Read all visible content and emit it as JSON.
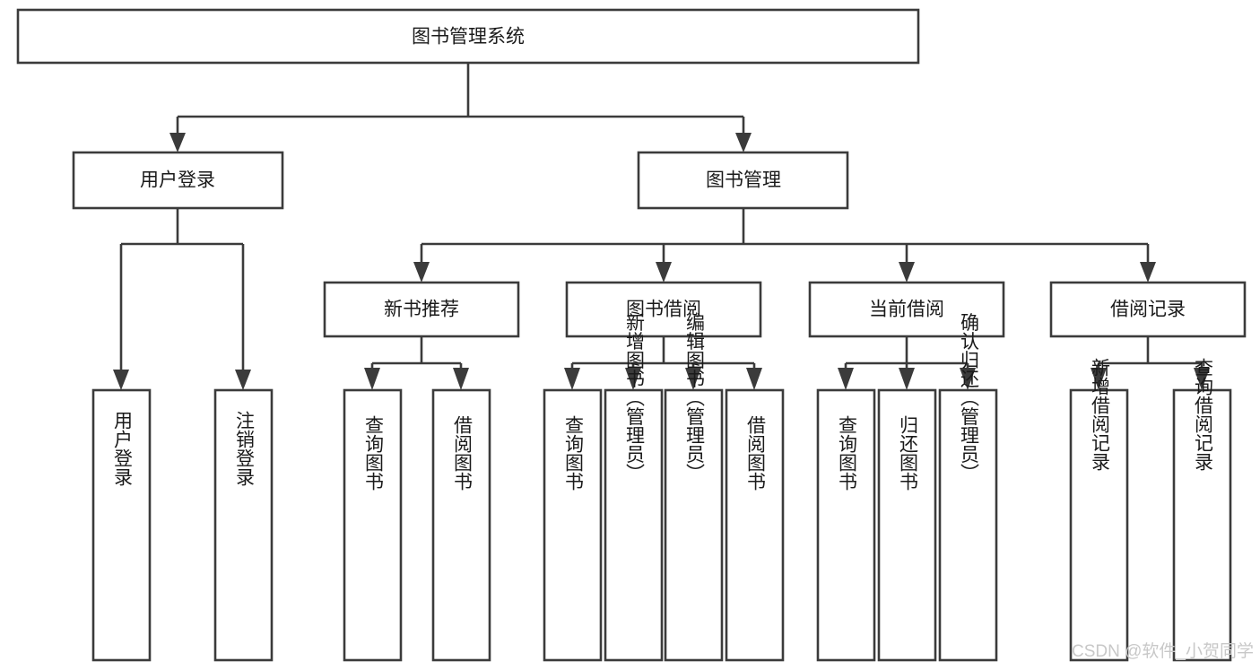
{
  "diagram": {
    "type": "tree-hierarchy",
    "title": "图书管理系统",
    "orientation": "top-down",
    "colors": {
      "stroke": "#3b3b3b",
      "fill": "#ffffff",
      "text": "#1a1a1a",
      "watermark": "#c8c8c8",
      "background": "#ffffff"
    },
    "levels": [
      {
        "level": 1,
        "nodes": [
          {
            "id": "root",
            "label": "图书管理系统",
            "orientation": "horizontal"
          }
        ]
      },
      {
        "level": 2,
        "nodes": [
          {
            "id": "login",
            "label": "用户登录",
            "orientation": "horizontal",
            "parent": "root"
          },
          {
            "id": "bookmgmt",
            "label": "图书管理",
            "orientation": "horizontal",
            "parent": "root"
          }
        ]
      },
      {
        "level": 3,
        "nodes": [
          {
            "id": "newbook",
            "label": "新书推荐",
            "orientation": "horizontal",
            "parent": "bookmgmt"
          },
          {
            "id": "borrow",
            "label": "图书借阅",
            "orientation": "horizontal",
            "parent": "bookmgmt"
          },
          {
            "id": "current",
            "label": "当前借阅",
            "orientation": "horizontal",
            "parent": "bookmgmt"
          },
          {
            "id": "record",
            "label": "借阅记录",
            "orientation": "horizontal",
            "parent": "bookmgmt"
          }
        ]
      },
      {
        "level": 4,
        "nodes": [
          {
            "id": "leaf-1",
            "label": "用户登录",
            "orientation": "vertical",
            "parent": "login"
          },
          {
            "id": "leaf-2",
            "label": "注销登录",
            "orientation": "vertical",
            "parent": "login"
          },
          {
            "id": "leaf-3",
            "label": "查询图书",
            "orientation": "vertical",
            "parent": "newbook"
          },
          {
            "id": "leaf-4",
            "label": "借阅图书",
            "orientation": "vertical",
            "parent": "newbook"
          },
          {
            "id": "leaf-5",
            "label": "查询图书",
            "orientation": "vertical",
            "parent": "borrow"
          },
          {
            "id": "leaf-6",
            "label": "新增图书（管理员）",
            "orientation": "vertical",
            "parent": "borrow"
          },
          {
            "id": "leaf-7",
            "label": "编辑图书（管理员）",
            "orientation": "vertical",
            "parent": "borrow"
          },
          {
            "id": "leaf-8",
            "label": "借阅图书",
            "orientation": "vertical",
            "parent": "borrow"
          },
          {
            "id": "leaf-9",
            "label": "查询图书",
            "orientation": "vertical",
            "parent": "current"
          },
          {
            "id": "leaf-10",
            "label": "归还图书",
            "orientation": "vertical",
            "parent": "current"
          },
          {
            "id": "leaf-11",
            "label": "确认归还（管理员）",
            "orientation": "vertical",
            "parent": "current"
          },
          {
            "id": "leaf-12",
            "label": "新增借阅记录",
            "orientation": "vertical",
            "parent": "record"
          },
          {
            "id": "leaf-13",
            "label": "查询借阅记录",
            "orientation": "vertical",
            "parent": "record"
          }
        ]
      }
    ]
  },
  "watermark": {
    "text": "CSDN @软件_小贺同学"
  }
}
